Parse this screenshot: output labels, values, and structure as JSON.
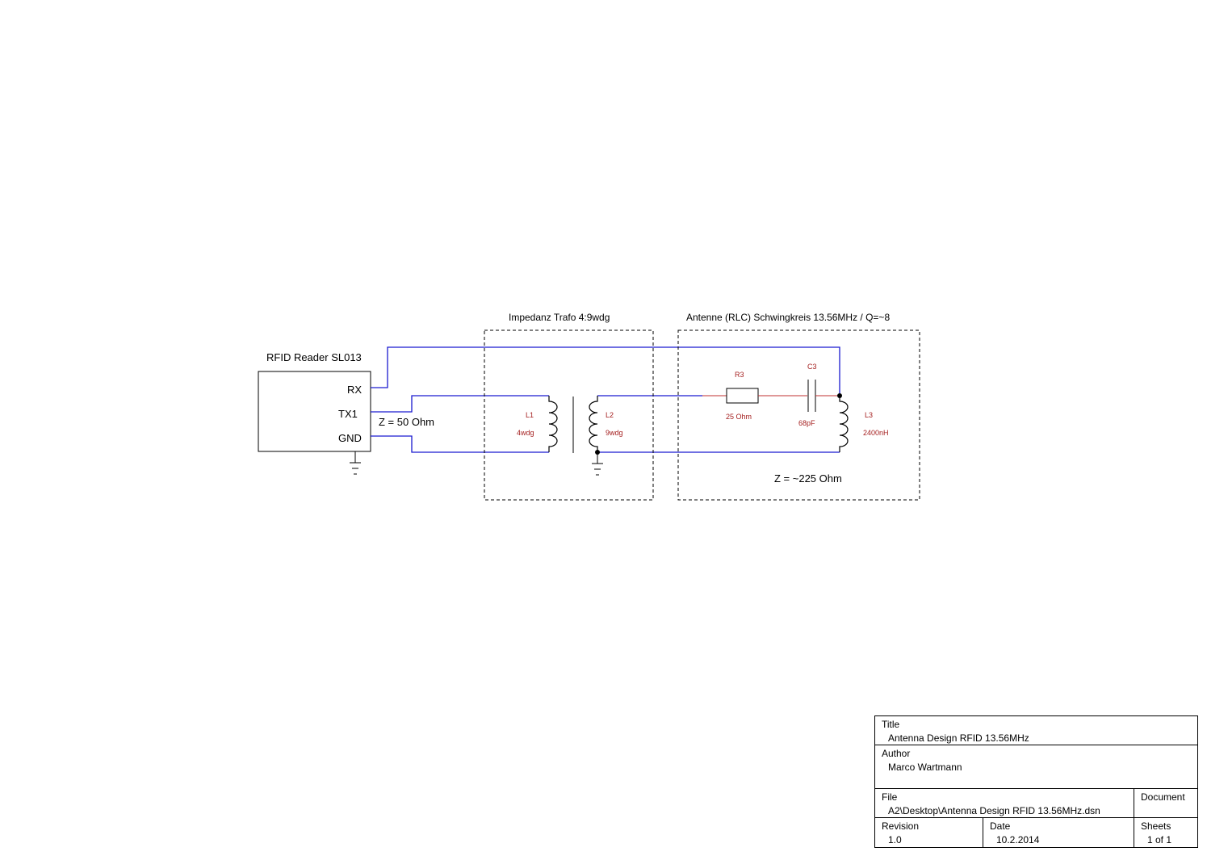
{
  "reader": {
    "title": "RFID Reader SL013",
    "pins": {
      "rx": "RX",
      "tx": "TX1",
      "gnd": "GND"
    },
    "impedance": "Z = 50 Ohm"
  },
  "trafo": {
    "title": "Impedanz Trafo 4:9wdg",
    "l1": {
      "ref": "L1",
      "value": "4wdg"
    },
    "l2": {
      "ref": "L2",
      "value": "9wdg"
    }
  },
  "antenna": {
    "title": "Antenne (RLC) Schwingkreis 13.56MHz / Q=~8",
    "r3": {
      "ref": "R3",
      "value": "25 Ohm"
    },
    "c3": {
      "ref": "C3",
      "value": "68pF"
    },
    "l3": {
      "ref": "L3",
      "value": "2400nH"
    },
    "impedance": "Z = ~225 Ohm"
  },
  "title_block": {
    "title_caption": "Title",
    "title_value": "Antenna Design RFID 13.56MHz",
    "author_caption": "Author",
    "author_value": "Marco Wartmann",
    "file_caption": "File",
    "file_value": "A2\\Desktop\\Antenna Design RFID 13.56MHz.dsn",
    "document_caption": "Document",
    "revision_caption": "Revision",
    "revision_value": "1.0",
    "date_caption": "Date",
    "date_value": "10.2.2014",
    "sheets_caption": "Sheets",
    "sheets_value": "1 of 1"
  },
  "colors": {
    "wire": "#1a1ad0",
    "part_label": "#a52020",
    "part_wire": "#c03030"
  }
}
